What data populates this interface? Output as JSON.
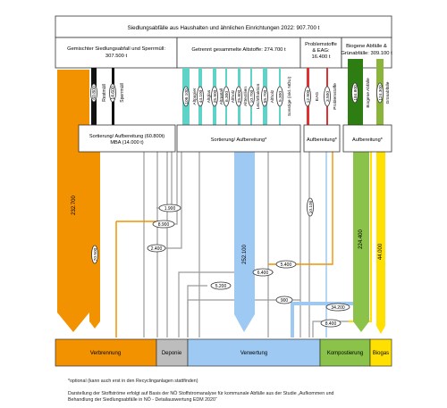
{
  "title": "Siedlungsabfälle aus Haushalten und ähnlichen Einrichtungen 2022: 907.700 t",
  "sources": [
    {
      "label_lines": [
        "Gemischter Siedlungsabfall und Sperrmüll:",
        "307.500 t"
      ]
    },
    {
      "label_lines": [
        "Getrennt gesammelte Altstoffe: 274.700 t"
      ]
    },
    {
      "label_lines": [
        "Problemstoffe",
        "& EAG:",
        "16.400 t"
      ]
    },
    {
      "label_lines": [
        "Biogene Abfälle &",
        "Grünabfälle: 309.100 t"
      ]
    }
  ],
  "streams": {
    "mixed": [
      {
        "value": "60.800",
        "label": "Restmüll",
        "color": "#111111"
      },
      {
        "value": "14.600",
        "label": "Sperrmüll",
        "color": "#111111"
      }
    ],
    "separate": [
      {
        "value": "106.100",
        "label": "Altpapier",
        "color": "#5fd3c8"
      },
      {
        "value": "44.100",
        "label": "Altglas",
        "color": "#5fd3c8"
      },
      {
        "value": "25.900",
        "label": "Altmetall",
        "color": "#5fd3c8"
      },
      {
        "value": "6.300",
        "label": "Altholz",
        "color": "#5fd3c8"
      },
      {
        "value": "25.800",
        "label": "Alttextilien",
        "color": "#5fd3c8"
      },
      {
        "value": "10.700",
        "label": "Leichtfraktion",
        "color": "#5fd3c8"
      },
      {
        "value": "55.700",
        "label": "Altholz",
        "color": "#5fd3c8"
      },
      {
        "value": "5.300",
        "label": "Sonstige (inkl. NÖLI)",
        "color": "#5fd3c8"
      }
    ],
    "problem": [
      {
        "value": "12.900",
        "label": "EAG",
        "color": "#e03030"
      },
      {
        "value": "3.500",
        "label": "Problemstoffe",
        "color": "#e03030"
      }
    ],
    "bio": [
      {
        "value": "184.800",
        "label": "Biogene Abfälle",
        "color": "#2e7d12"
      },
      {
        "value": "124.300",
        "label": "Grünabfälle",
        "color": "#8bb53a"
      }
    ]
  },
  "processing": [
    {
      "label_lines": [
        "Sortierung/ Aufbereitung (60.800t)",
        "MBA (14.000 t)"
      ]
    },
    {
      "label_lines": [
        "Sortierung/ Aufbereitung*"
      ]
    },
    {
      "label_lines": [
        "Aufbereitung*"
      ]
    },
    {
      "label_lines": [
        "Aufbereitung*"
      ]
    }
  ],
  "flows": [
    {
      "value": "232.700",
      "color": "#f39200"
    },
    {
      "value": "70.500",
      "color": "#f39200"
    },
    {
      "value": "1.900",
      "color": "#cccccc"
    },
    {
      "value": "8.900",
      "color": "#f39200"
    },
    {
      "value": "2.400",
      "color": "#cccccc"
    },
    {
      "value": "252.100",
      "color": "#9ec9f2"
    },
    {
      "value": "5.200",
      "color": "#cccccc"
    },
    {
      "value": "6.400",
      "color": "#cccccc"
    },
    {
      "value": "5.400",
      "color": "#f39200"
    },
    {
      "value": "900",
      "color": "#cccccc"
    },
    {
      "value": "10.100",
      "color": "#9ec9f2"
    },
    {
      "value": "34.200",
      "color": "#9ec9f2"
    },
    {
      "value": "8.400",
      "color": "#ffe000"
    },
    {
      "value": "224.400",
      "color": "#8bc34a"
    },
    {
      "value": "44.000",
      "color": "#ffe000"
    }
  ],
  "sinks": [
    {
      "label": "Verbrennung",
      "color": "#f39200"
    },
    {
      "label": "Deponie",
      "color": "#bdbdbd"
    },
    {
      "label": "Verwertung",
      "color": "#9ec9f2"
    },
    {
      "label": "Kompostierung",
      "color": "#8bc34a"
    },
    {
      "label": "Biogas",
      "color": "#ffe000"
    }
  ],
  "footnotes": [
    "*optional (kann auch erst  in den Recyclinganlagen stattfinden)",
    "Darstellung der Stoffströme erfolgt auf Basis der NÖ Stoffstromanalyse für kommunale Abfälle aus der Studie „Aufkommen und",
    "Behandlung der Siedlungsabfälle in NÖ - Detailauswertung EDM 2020“"
  ]
}
